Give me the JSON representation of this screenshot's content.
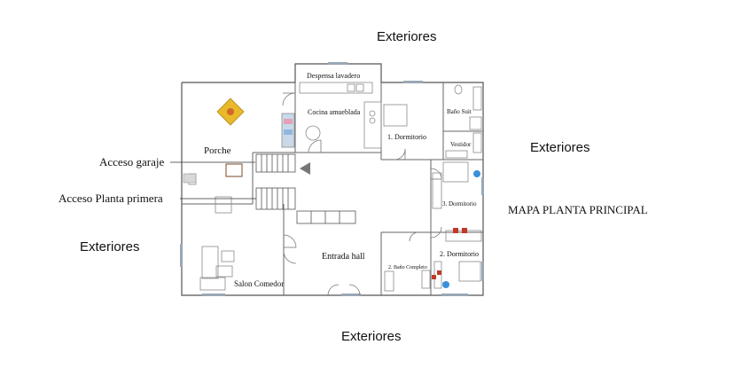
{
  "labels": {
    "exteriores_top": "Exteriores",
    "exteriores_right": "Exteriores",
    "exteriores_left": "Exteriores",
    "exteriores_bottom": "Exteriores",
    "acceso_garaje": "Acceso garaje",
    "acceso_planta_primera": "Acceso Planta primera",
    "map_title": "MAPA  PLANTA PRINCIPAL"
  },
  "rooms": {
    "despensa": "Despensa lavadero",
    "cocina": "Cocina amueblada",
    "dormitorio1": "1. Dormitorio",
    "bano_suit": "Baño Suit",
    "vestidor": "Vestidor",
    "porche": "Porche",
    "dormitorio3": "3. Dormitorio",
    "dormitorio2": "2. Dormitorio",
    "entrada_hall": "Entrada hall",
    "bano_completo": "2. Baño Completo",
    "salon_comedor": "Salon Comedor"
  },
  "colors": {
    "wall": "#555555",
    "furniture": "#8a8a8a",
    "yellow_table": "#e8b92a",
    "window_strip": "#9aa7b5",
    "accent_red": "#c0392b",
    "accent_blue": "#3b8fd9"
  }
}
